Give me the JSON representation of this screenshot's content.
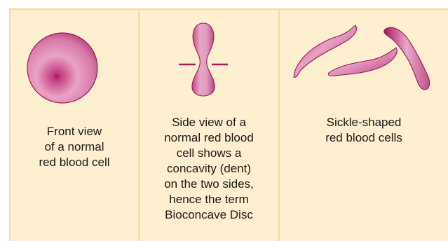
{
  "panels": [
    {
      "id": "front-view",
      "caption_lines": [
        "Front view",
        "of a normal",
        "red blood cell"
      ]
    },
    {
      "id": "side-view",
      "caption_lines": [
        "Side view of a",
        "normal red blood",
        "cell shows a",
        "concavity (dent)",
        "on the two sides,",
        "hence the term",
        "Bioconcave Disc"
      ]
    },
    {
      "id": "sickle-cells",
      "caption_lines": [
        "Sickle-shaped",
        "red blood cells"
      ]
    }
  ],
  "colors": {
    "panel_background": "#fdefcf",
    "panel_border": "#f2d9a8",
    "cell_light": "#f6c2dc",
    "cell_mid": "#d9679e",
    "cell_dark": "#a8155c",
    "indicator_line": "#b0165e"
  },
  "icons": [
    "front-view-cell-icon",
    "side-view-cell-icon",
    "sickle-cell-icon"
  ]
}
